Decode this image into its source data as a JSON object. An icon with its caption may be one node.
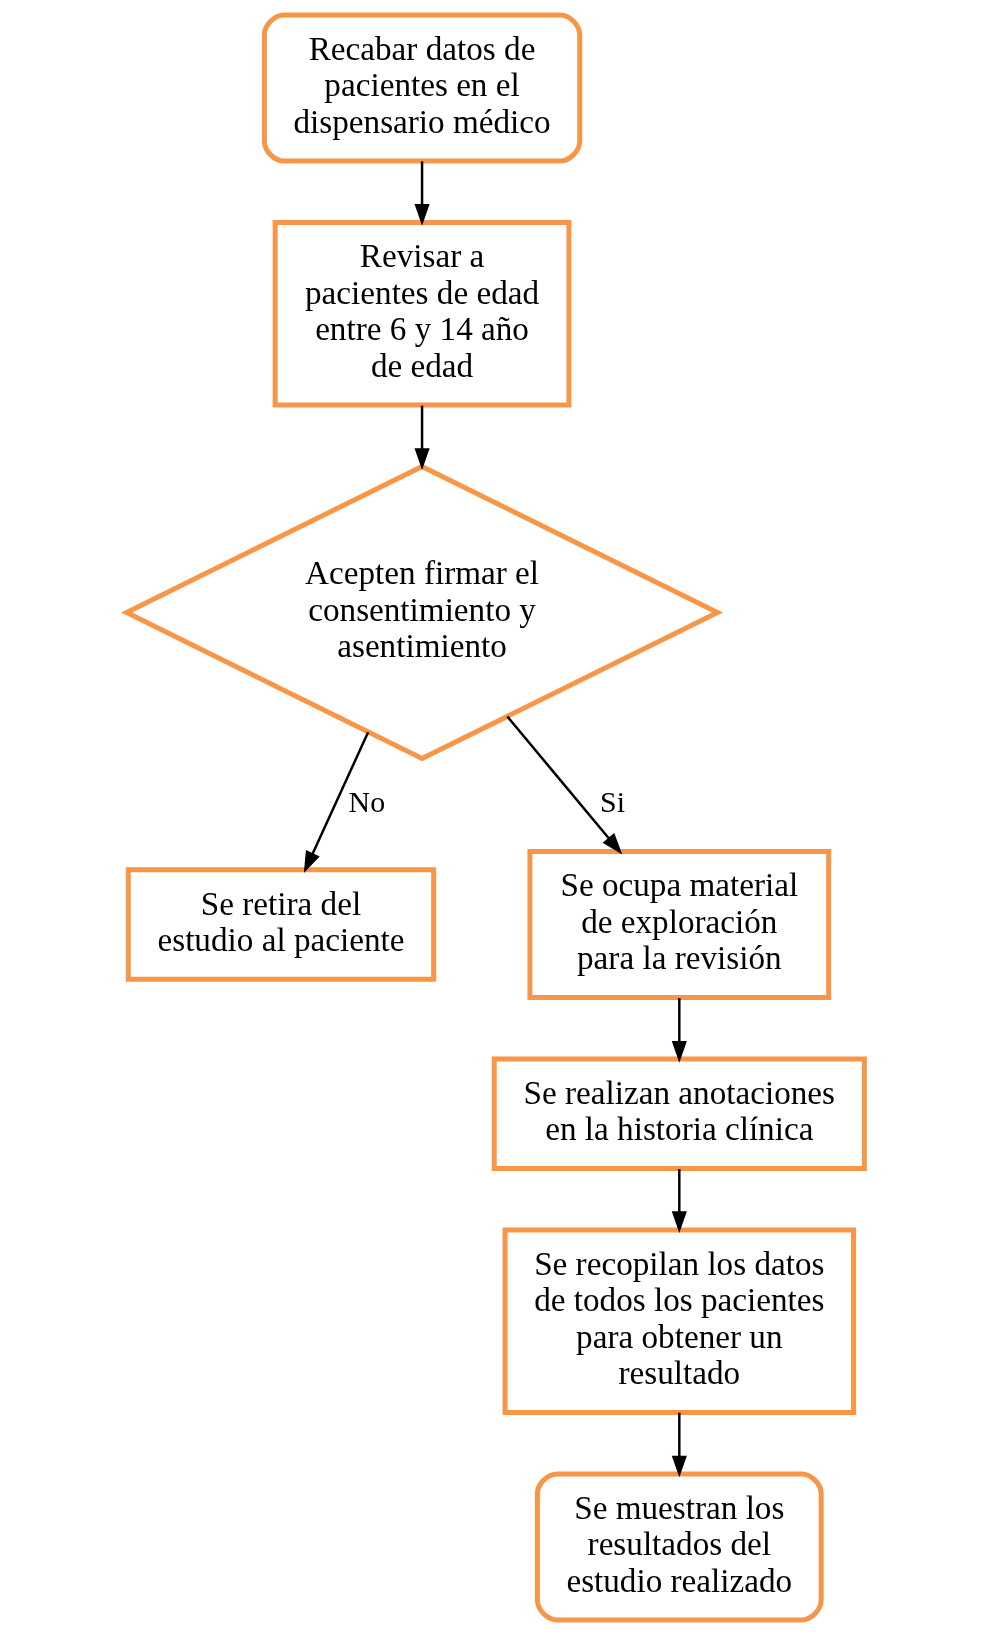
{
  "diagram": {
    "nodes": [
      {
        "text": [
          "Recabar datos de pacientes en el dispensario médico"
        ]
      },
      {
        "text": [
          "Revisar a pacientes de edad entre 6 y 14 año de edad"
        ]
      },
      {
        "text": [
          "Acepten firmar el consentimiento y asentimiento"
        ]
      },
      {
        "text": [
          "Se retira del estudio al paciente"
        ]
      },
      {
        "text": [
          "Se ocupa material de exploración para la revisión"
        ]
      },
      {
        "text": [
          "Se realizan anotaciones en la historia clínica"
        ]
      },
      {
        "text": [
          "Se recopilan los datos de todos los pacientes para obtener un resultado"
        ]
      },
      {
        "text": [
          "Se muestran los resultados del estudio realizado"
        ]
      }
    ],
    "edges": [
      {
        "from": 0,
        "to": 1,
        "arrow": "to"
      },
      {
        "from": 1,
        "to": 2,
        "arrow": "to"
      },
      {
        "from": 2,
        "to": 3,
        "arrow": "to",
        "label": "No"
      },
      {
        "from": 2,
        "to": 4,
        "arrow": "to",
        "label": "Si"
      },
      {
        "from": 4,
        "to": 5,
        "arrow": "to"
      },
      {
        "from": 5,
        "to": 6,
        "arrow": "to"
      },
      {
        "from": 6,
        "to": 7,
        "arrow": "to"
      }
    ]
  }
}
